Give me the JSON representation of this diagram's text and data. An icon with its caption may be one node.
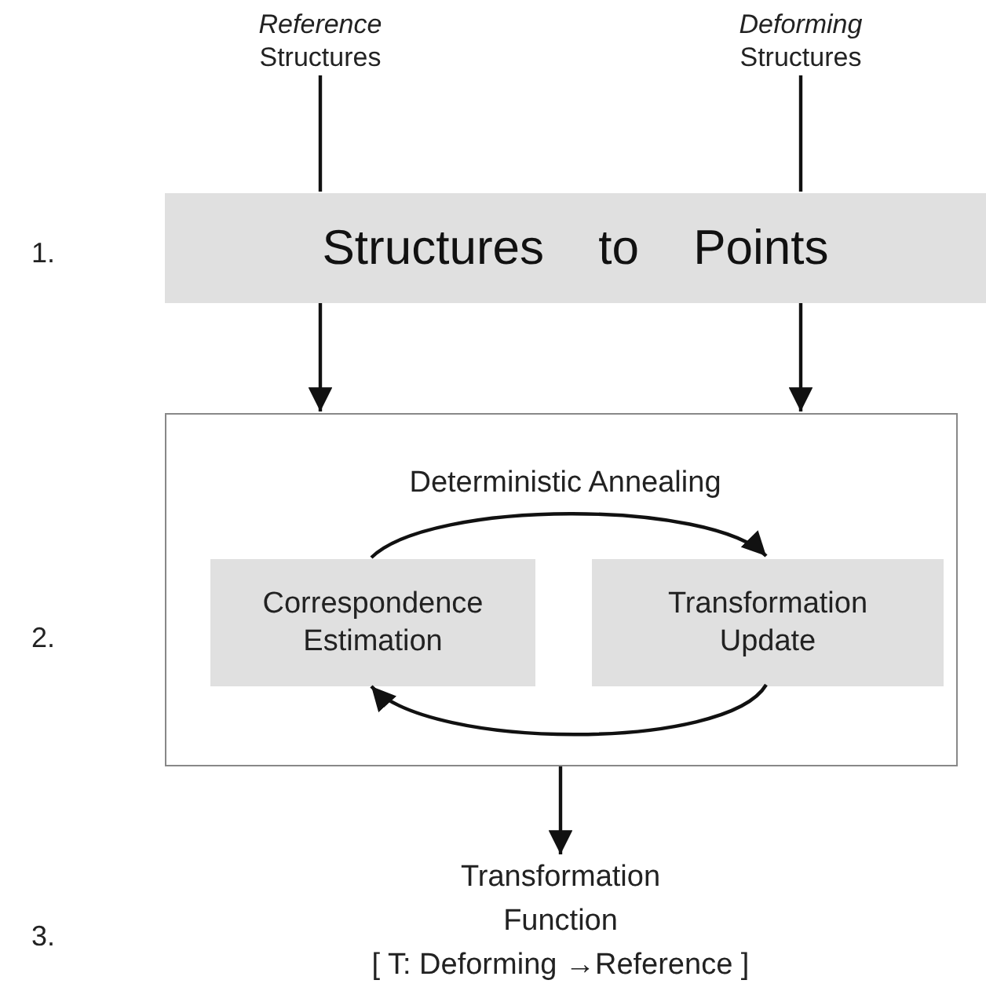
{
  "diagram": {
    "nodes": [
      {
        "text": [
          "*Reference* Structures"
        ]
      },
      {
        "text": [
          "*Deforming* Structures"
        ]
      },
      {
        "text": [
          "Structures to Points"
        ]
      },
      {
        "text": [],
        "shape": "box"
      },
      {
        "text": [
          "Correspondence Estimation"
        ],
        "in": 3
      },
      {
        "text": [
          "Transformation Update"
        ],
        "in": 3
      },
      {
        "text": [
          "Transformation Function",
          "[ T: Deforming →Reference ]"
        ]
      }
    ],
    "edges": [
      {
        "from": 0,
        "to": 2,
        "arrow": "none"
      },
      {
        "from": 1,
        "to": 2,
        "arrow": "none"
      },
      {
        "from": 2,
        "to": 3,
        "arrow": "to"
      },
      {
        "from": 2,
        "to": 3,
        "arrow": "to"
      },
      {
        "from": 4,
        "to": 5,
        "arrow": "to",
        "label": "Deterministic Annealing"
      },
      {
        "from": 5,
        "to": 4,
        "arrow": "to"
      },
      {
        "from": 3,
        "to": 6,
        "arrow": "to"
      }
    ],
    "labels": [
      "1.",
      "2.",
      "3."
    ]
  }
}
